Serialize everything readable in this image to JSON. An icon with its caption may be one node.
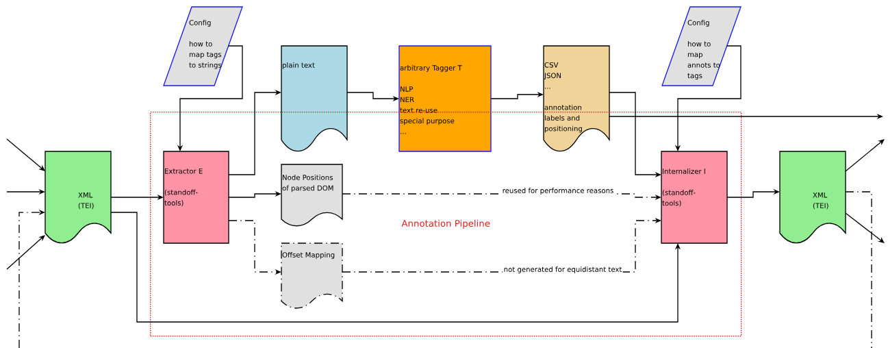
{
  "diagram": {
    "nodes": [
      {
        "text": [
          "Config",
          "how to map tags to strings"
        ]
      },
      {
        "text": [
          "plain text"
        ]
      },
      {
        "text": [
          "arbitrary Tagger T",
          "NLP",
          "NER",
          "text re-use",
          "special purpose",
          "..."
        ]
      },
      {
        "text": [
          "CSV",
          "JSON",
          "...",
          "annotation labels and positioning"
        ]
      },
      {
        "text": [
          "Config",
          "how to map annots to tags"
        ]
      },
      {
        "text": [
          "XML (TEI)"
        ]
      },
      {
        "text": [
          "Annotation Pipeline"
        ]
      },
      {
        "text": [
          "Extractor E",
          "(standoff-tools)"
        ],
        "in": 6
      },
      {
        "text": [
          "Node Positions of parsed DOM"
        ],
        "in": 6
      },
      {
        "text": [
          "Offset Mapping"
        ],
        "in": 6
      },
      {
        "text": [
          "Internalizer I",
          "(standoff-tools)"
        ],
        "in": 6
      },
      {
        "text": [
          "XML (TEI)"
        ]
      }
    ],
    "edges": [
      {
        "from": null,
        "to": 5,
        "arrow": "to"
      },
      {
        "from": null,
        "to": 5,
        "arrow": "to"
      },
      {
        "from": null,
        "to": 5,
        "arrow": "to",
        "style": "dashed"
      },
      {
        "from": null,
        "to": 5,
        "arrow": "to"
      },
      {
        "from": 0,
        "to": 7,
        "arrow": "to"
      },
      {
        "from": 5,
        "to": 7,
        "arrow": "to"
      },
      {
        "from": 5,
        "to": 10,
        "arrow": "to"
      },
      {
        "from": 7,
        "to": 1,
        "arrow": "to"
      },
      {
        "from": 7,
        "to": 8,
        "arrow": "to"
      },
      {
        "from": 7,
        "to": 9,
        "arrow": "to",
        "style": "dashed"
      },
      {
        "from": 1,
        "to": 2,
        "arrow": "to"
      },
      {
        "from": 2,
        "to": 3,
        "arrow": "to"
      },
      {
        "from": 3,
        "to": 10,
        "arrow": "to"
      },
      {
        "from": 3,
        "to": null,
        "arrow": "to"
      },
      {
        "from": 4,
        "to": 10,
        "arrow": "to"
      },
      {
        "from": 8,
        "to": 10,
        "arrow": "to",
        "style": "dashed",
        "label": "reused for performance reasons"
      },
      {
        "from": 9,
        "to": 10,
        "arrow": "to",
        "style": "dashed",
        "label": "not generated for equidistant text"
      },
      {
        "from": 10,
        "to": 11,
        "arrow": "to"
      },
      {
        "from": 11,
        "to": null,
        "arrow": "to"
      },
      {
        "from": 11,
        "to": null,
        "arrow": "to"
      },
      {
        "from": 11,
        "to": null,
        "arrow": "none",
        "style": "dashed"
      }
    ]
  }
}
